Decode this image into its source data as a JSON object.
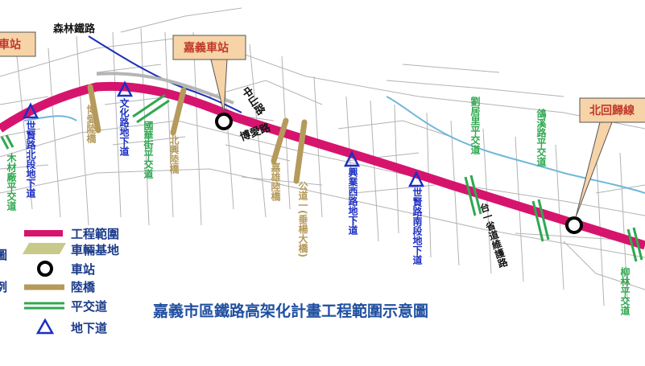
{
  "title": "嘉義市區鐵路高架化計畫工程範圍示意圖",
  "callouts": {
    "left": "車站",
    "center": "嘉義車站",
    "right": "北回歸線"
  },
  "forest_railway": "森林鐵路",
  "zhongshan_road": "中山路",
  "legend": {
    "items": [
      {
        "label": "工程範圍",
        "symbol": "magenta-band"
      },
      {
        "label": "車輛基地",
        "symbol": "olive-parallelogram"
      },
      {
        "label": "車站",
        "symbol": "black-ring"
      },
      {
        "label": "陸橋",
        "symbol": "khaki-bar"
      },
      {
        "label": "平交道",
        "symbol": "green-double-line"
      },
      {
        "label": "地下道",
        "symbol": "blue-triangle"
      }
    ],
    "edge_fragments": [
      "圖",
      "例"
    ]
  },
  "labels": {
    "mucai": "木材廠平交道",
    "shixian_north": "世賢路北段地下道",
    "boai_bridge": "博愛陸橋",
    "wenhua": "文化路地下道",
    "guohua": "國華街平交道",
    "beixing": "北興陸橋",
    "boai_road": "博愛路",
    "jiaxiong": "嘉雄陸橋",
    "gongdao": "公道一(垂楊大橋)",
    "xingye": "興業西路地下道",
    "shixian_south": "世賢路南段地下道",
    "liujuli": "劉居里平交道",
    "taiyi": "台一省道維護路",
    "gexi": "鴿溪路平交道",
    "liulin": "柳林平交道"
  },
  "colors": {
    "project": "#d6146e",
    "depot": "#c9c98a",
    "overpass": "#b59a5c",
    "crossing": "#2fa84f",
    "underpass": "#1c2fc4",
    "river": "#6fb7d9",
    "callout_bg": "#f7d3a8",
    "callout_text": "#c0392b"
  }
}
